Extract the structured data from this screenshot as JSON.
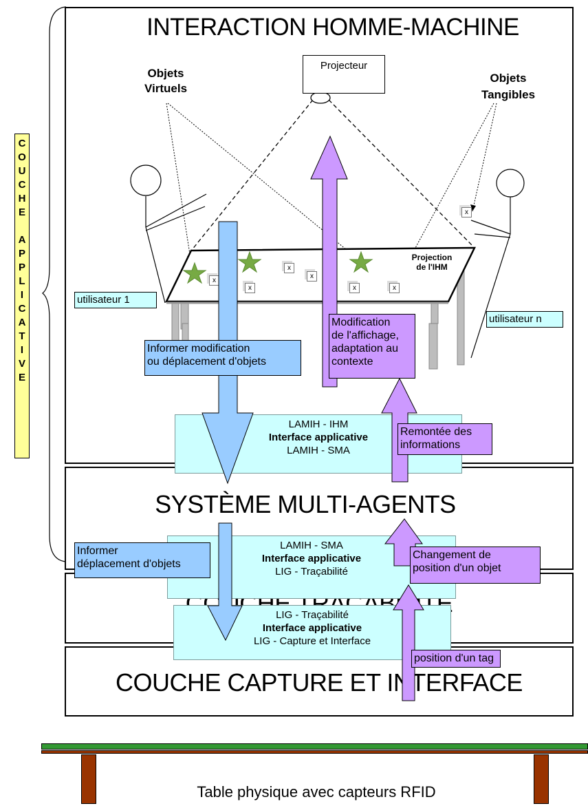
{
  "vertical_label": "COUCHE APPLICATIVE",
  "layers": {
    "ihm": "INTERACTION HOMME-MACHINE",
    "sma": "SYSTÈME MULTI-AGENTS",
    "tracabilite": "COUCHE TRACABILITE",
    "capture": "COUCHE CAPTURE ET INTERFACE"
  },
  "projector": "Projecteur",
  "virtual_objects": {
    "line1": "Objets",
    "line2": "Virtuels"
  },
  "tangible_objects": {
    "line1": "Objets",
    "line2": "Tangibles"
  },
  "projection": {
    "line1": "Projection",
    "line2": "de l'IHM"
  },
  "users": {
    "first": "utilisateur 1",
    "last": "utilisateur n"
  },
  "tangible_marker": "x",
  "interfaces": {
    "ihm_sma": {
      "top": "LAMIH - IHM",
      "middle": "Interface applicative",
      "bottom": "LAMIH - SMA"
    },
    "sma_lig": {
      "top": "LAMIH - SMA",
      "middle": "Interface applicative",
      "bottom": "LIG - Traçabilité"
    },
    "lig_capture": {
      "top": "LIG - Traçabilité",
      "middle": "Interface applicative",
      "bottom": "LIG - Capture et Interface"
    }
  },
  "notes": {
    "inform_modification": {
      "line1": "Informer modification",
      "line2": "ou déplacement d'objets"
    },
    "display_modification": {
      "line1": "Modification",
      "line2": "de l'affichage,",
      "line3": "adaptation au",
      "line4": "contexte"
    },
    "info_upstream": {
      "line1": "Remontée des",
      "line2": "informations"
    },
    "inform_move": {
      "line1": "Informer",
      "line2": "déplacement d'objets"
    },
    "position_change": {
      "line1": "Changement  de",
      "line2": "position d'un objet"
    },
    "tag_position": "position d'un tag"
  },
  "physical_table": "Table physique avec capteurs RFID",
  "colors": {
    "blue_arrow": "#99ccff",
    "purple_arrow": "#cc99ff",
    "interface_bg": "#ccffff",
    "vertical_bg": "#ffff99",
    "table_green": "#339933",
    "table_brown": "#993300",
    "star_green": "#77aa44"
  }
}
